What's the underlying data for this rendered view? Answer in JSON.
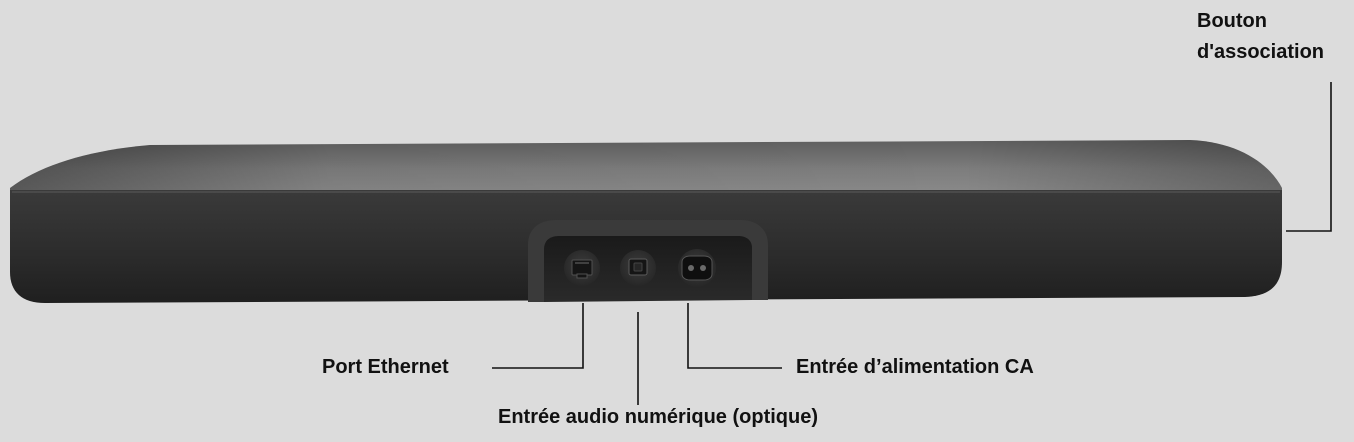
{
  "callouts": {
    "pairing_button": {
      "line1": "Bouton",
      "line2": "d'association"
    },
    "ethernet_port": "Port Ethernet",
    "power_input": "Entrée d’alimentation CA",
    "optical_input": "Entrée audio numérique (optique)"
  },
  "colors": {
    "background": "#dcdcdc",
    "device_top": "#7a7a7a",
    "device_front": "#2e2e2e",
    "leader_line": "#111111",
    "label_text": "#111111"
  }
}
